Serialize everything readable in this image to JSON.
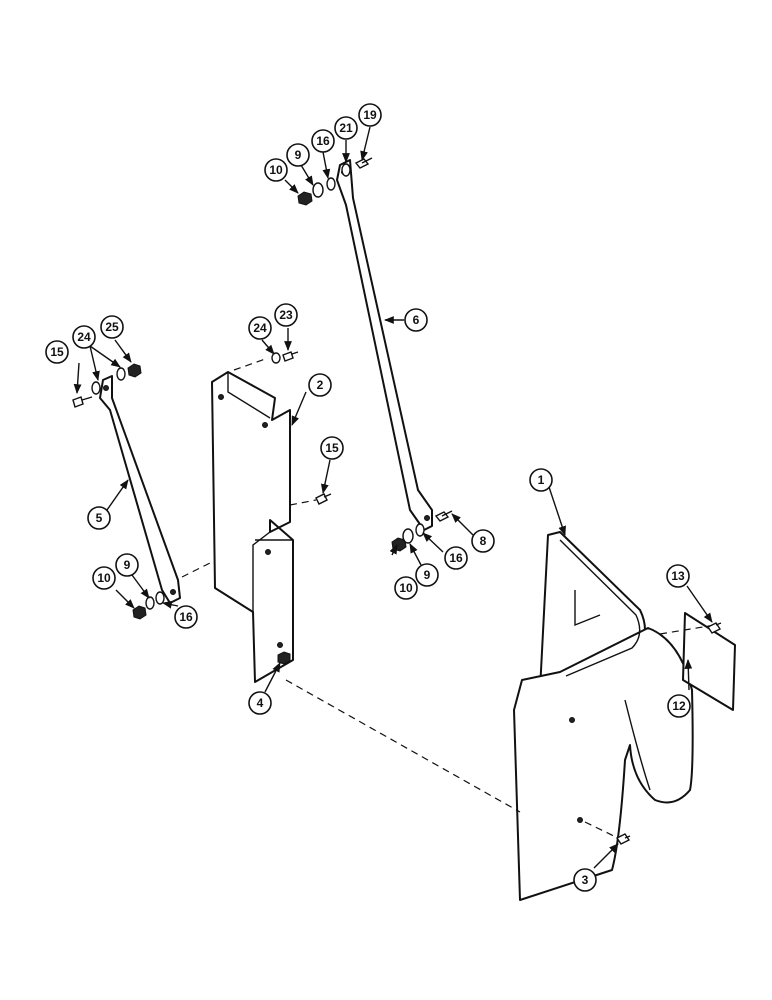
{
  "callouts": {
    "c1": "1",
    "c2": "2",
    "c3": "3",
    "c4": "4",
    "c5": "5",
    "c6": "6",
    "c8": "8",
    "c9a": "9",
    "c9b": "9",
    "c9c": "9",
    "c10a": "10",
    "c10b": "10",
    "c10c": "10",
    "c12": "12",
    "c13": "13",
    "c15a": "15",
    "c15b": "15",
    "c16a": "16",
    "c16b": "16",
    "c16c": "16",
    "c19": "19",
    "c21": "21",
    "c23": "23",
    "c24a": "24",
    "c24b": "24",
    "c25": "25"
  },
  "icons": {
    "arrow": "arrowhead-icon",
    "bolt": "bolt-icon",
    "nut": "nut-icon",
    "washer": "washer-icon"
  }
}
